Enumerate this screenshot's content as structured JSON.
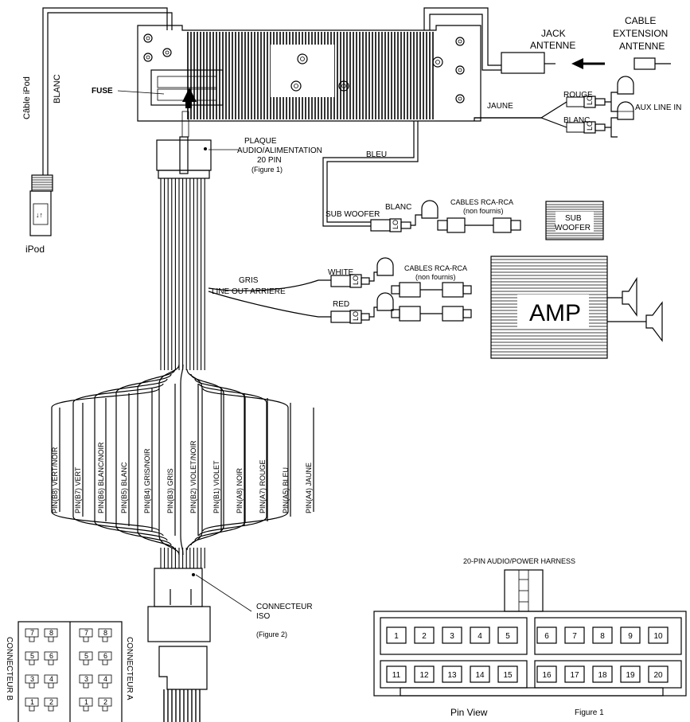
{
  "labels": {
    "cable_ipod": "Câble iPod",
    "blanc_ipod": "BLANC",
    "ipod": "iPod",
    "fuse": "FUSE",
    "plaque_1": "PLAQUE",
    "plaque_2": "AUDIO/ALIMENTATION",
    "plaque_3": "20 PIN",
    "plaque_4": "(Figure 1)",
    "jack_antenne_1": "JACK",
    "jack_antenne_2": "ANTENNE",
    "cable_ext_1": "CABLE",
    "cable_ext_2": "EXTENSION",
    "cable_ext_3": "ANTENNE",
    "jaune": "JAUNE",
    "rouge": "ROUGE",
    "blanc_aux": "BLANC",
    "aux_line_in": "AUX LINE IN",
    "bleu": "BLEU",
    "sub_woofer": "SUB WOOFER",
    "blanc_sub": "BLANC",
    "cables_rca_1": "CABLES RCA-RCA",
    "non_fournis_1": "(non fournis)",
    "sub_box_1": "SUB",
    "sub_box_2": "WOOFER",
    "gris": "GRIS",
    "line_out": "LINE OUT ARRIERE",
    "white": "WHITE",
    "red": "RED",
    "cables_rca_2": "CABLES RCA-RCA",
    "non_fournis_2": "(non fournis)",
    "amp": "AMP",
    "connecteur_iso_1": "CONNECTEUR",
    "connecteur_iso_2": "ISO",
    "figure_2": "(Figure 2)",
    "connecteur_b": "CONNECTEUR B",
    "connecteur_a": "CONNECTEUR A",
    "harness_title": "20-PIN  AUDIO/POWER HARNESS",
    "pin_view": "Pin View",
    "figure_1": "Figure 1",
    "lo": "LO"
  },
  "pin_labels": [
    "PIN(B8) VERT/NOIR",
    "PIN(B7) VERT",
    "PIN(B6) BLANC/NOIR",
    "PIN(B5) BLANC",
    "PIN(B4) GRIS/NOIR",
    "PIN(B3) GRIS",
    "PIN(B2) VIOLET/NOIR",
    "PIN(B1) VIOLET",
    "PIN(A8) NOIR",
    "PIN(A7) ROUGE",
    "PIN(A5) BLEU",
    "PIN(A4) JAUNE"
  ],
  "harness_pins": [
    "1",
    "2",
    "3",
    "4",
    "5",
    "6",
    "7",
    "8",
    "9",
    "10",
    "11",
    "12",
    "13",
    "14",
    "15",
    "16",
    "17",
    "18",
    "19",
    "20"
  ],
  "iso_b_pins": [
    "7",
    "8",
    "5",
    "6",
    "3",
    "4",
    "1",
    "2"
  ],
  "iso_a_pins": [
    "7",
    "8",
    "5",
    "6",
    "3",
    "4",
    "1",
    "2"
  ]
}
